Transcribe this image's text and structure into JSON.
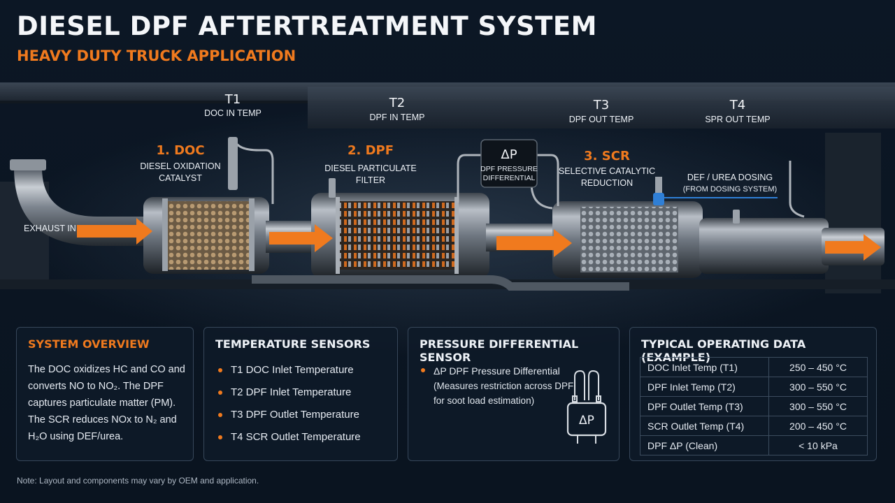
{
  "header": {
    "title": "DIESEL DPF AFTERTREATMENT SYSTEM",
    "subtitle": "HEAVY DUTY TRUCK APPLICATION"
  },
  "diagram": {
    "exhaust_in": "EXHAUST IN",
    "sensors": [
      {
        "id": "T1",
        "label": "DOC IN TEMP"
      },
      {
        "id": "T2",
        "label": "DPF IN TEMP"
      },
      {
        "id": "T3",
        "label": "DPF OUT TEMP"
      },
      {
        "id": "T4",
        "label": "SPR OUT TEMP"
      }
    ],
    "components": [
      {
        "name": "1. DOC",
        "line1": "DIESEL OXIDATION",
        "line2": "CATALYST"
      },
      {
        "name": "2. DPF",
        "line1": "DIESEL PARTICULATE",
        "line2": "FILTER"
      },
      {
        "name": "3. SCR",
        "line1": "SELECTIVE CATALYTIC",
        "line2": "REDUCTION"
      }
    ],
    "dp_sensor": {
      "symbol": "ΔP",
      "line1": "DPF PRESSURE",
      "line2": "DIFFERENTIAL"
    },
    "dosing": {
      "line1": "DEF / UREA DOSING",
      "line2": "(FROM DOSING SYSTEM)"
    }
  },
  "overview": {
    "title": "SYSTEM OVERVIEW",
    "lines": [
      "The DOC oxidizes HC and CO and",
      "converts NO to NO₂. The DPF",
      "captures particulate matter (PM).",
      "The SCR reduces NOx to N₂ and",
      "H₂O using DEF/urea."
    ]
  },
  "temperature_sensors": {
    "title": "TEMPERATURE SENSORS",
    "items": [
      "T1 DOC Inlet Temperature",
      "T2 DPF Inlet Temperature",
      "T3 DPF Outlet Temperature",
      "T4 SCR Outlet Temperature"
    ]
  },
  "pressure_sensor": {
    "title": "PRESSURE DIFFERENTIAL SENSOR",
    "item": "ΔP DPF Pressure Differential",
    "sub1": "(Measures restriction across DPF",
    "sub2": "for soot load estimation)",
    "icon_label": "ΔP"
  },
  "operating_data": {
    "title": "TYPICAL OPERATING DATA (EXAMPLE)",
    "rows": [
      {
        "param": "DOC Inlet Temp (T1)",
        "value": "250 – 450 °C"
      },
      {
        "param": "DPF Inlet Temp (T2)",
        "value": "300 – 550 °C"
      },
      {
        "param": "DPF Outlet Temp (T3)",
        "value": "300 – 550 °C"
      },
      {
        "param": "SCR Outlet Temp (T4)",
        "value": "200 – 450 °C"
      },
      {
        "param": "DPF ΔP (Clean)",
        "value": "< 10 kPa"
      }
    ]
  },
  "note": "Note: Layout and components may vary by OEM and application.",
  "colors": {
    "accent": "#f07a1e",
    "background": "#0b1624",
    "dosing_line": "#2f7fd6"
  }
}
